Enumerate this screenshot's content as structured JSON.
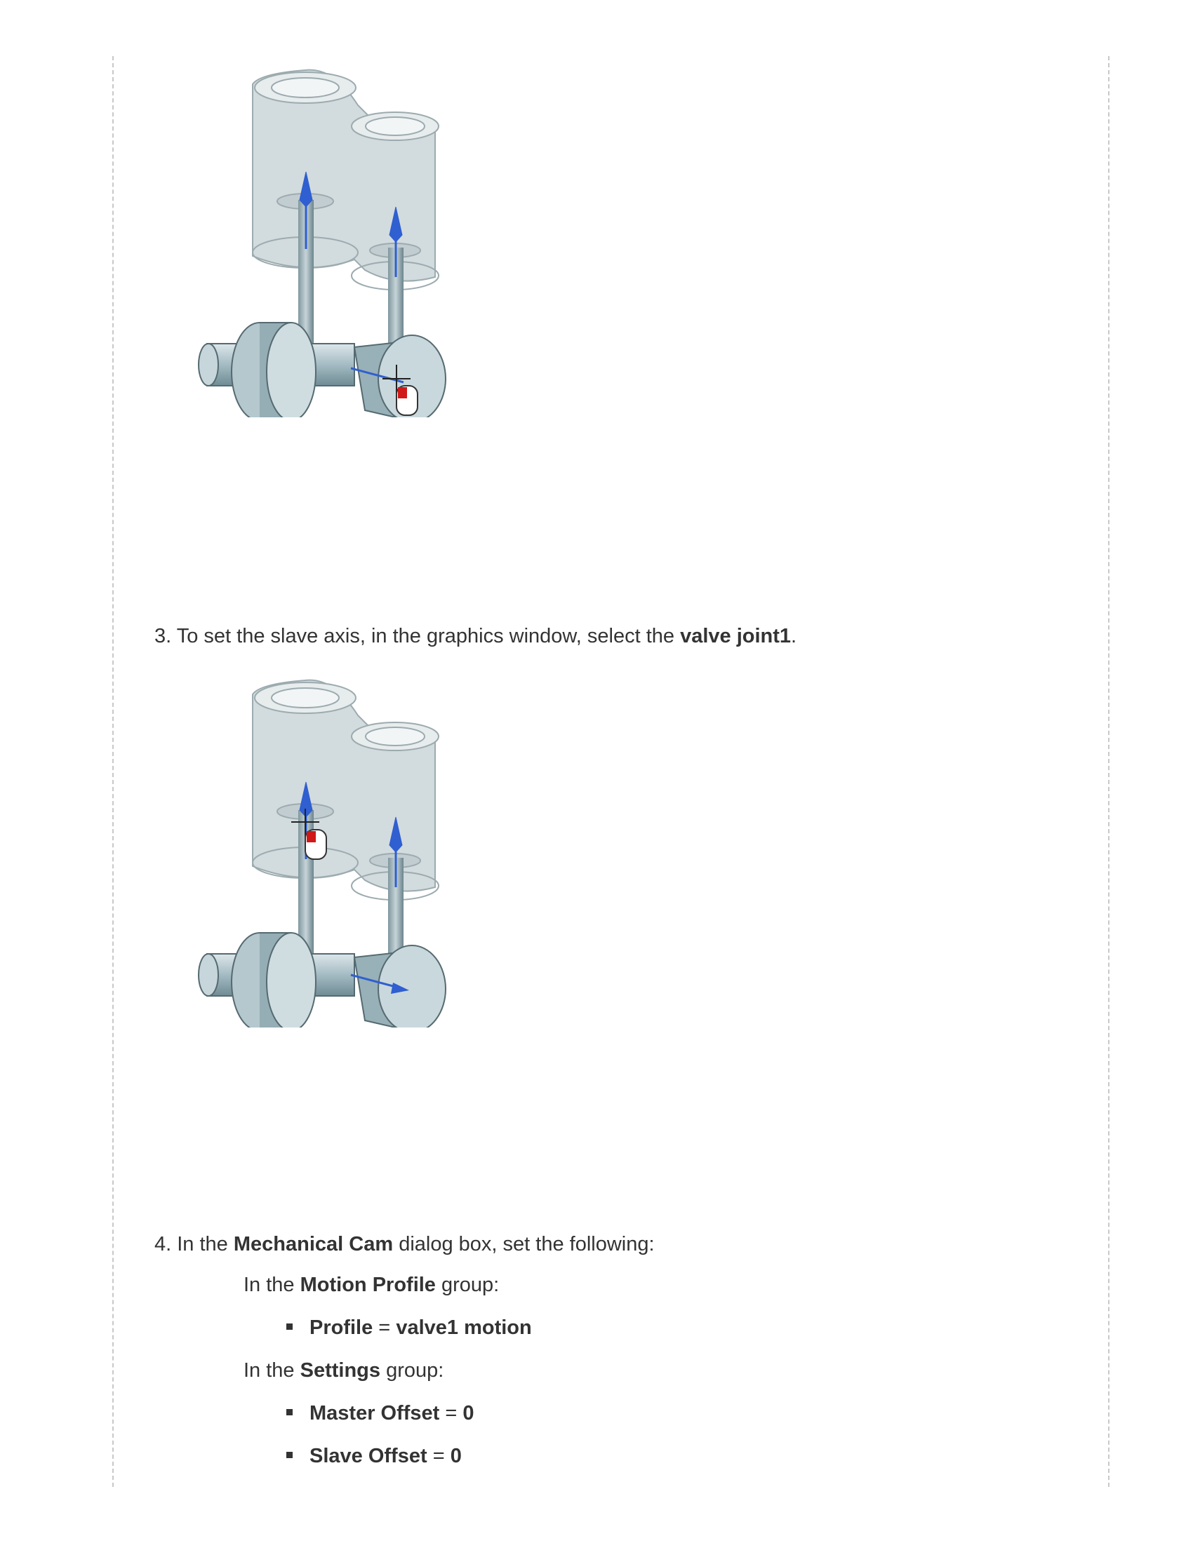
{
  "step3": {
    "number": "3.",
    "text": "To set the slave axis, in the graphics window, select the ",
    "bold": "valve joint1",
    "end": "."
  },
  "step4": {
    "number": "4.",
    "pre": "In the ",
    "bold": "Mechanical Cam",
    "post": " dialog box, set the following:"
  },
  "motion_profile_group": {
    "pre": "In the ",
    "bold": "Motion Profile",
    "post": " group:"
  },
  "profile_item": {
    "label": "Profile",
    "eq": " = ",
    "value": "valve1 motion"
  },
  "settings_group": {
    "pre": "In the ",
    "bold": "Settings",
    "post": " group:"
  },
  "master_offset_item": {
    "label": "Master Offset",
    "eq": " = ",
    "value": "0"
  },
  "slave_offset_item": {
    "label": "Slave Offset",
    "eq": " = ",
    "value": "0"
  },
  "colors": {
    "part_fill": "#a9c0c8",
    "part_dark": "#6f8b94",
    "housing_fill": "#b8c6cb",
    "axis_blue": "#2f5fd0",
    "cursor_red": "#d01818"
  }
}
